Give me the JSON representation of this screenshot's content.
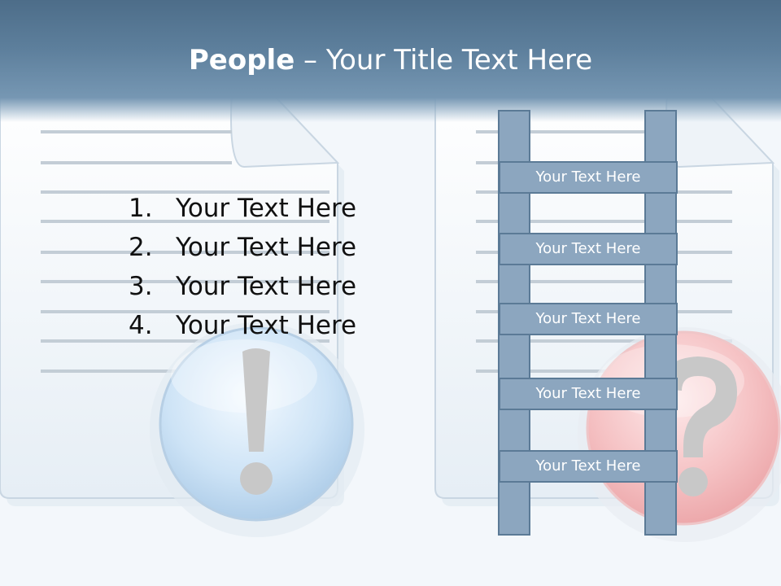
{
  "title": {
    "bold": "People",
    "rest": " – Your Title Text Here"
  },
  "list": [
    {
      "number": "1.",
      "text": "Your Text Here"
    },
    {
      "number": "2.",
      "text": "Your Text Here"
    },
    {
      "number": "3.",
      "text": "Your Text Here"
    },
    {
      "number": "4.",
      "text": "Your Text Here"
    }
  ],
  "ladder": [
    "Your Text Here",
    "Your Text Here",
    "Your Text Here",
    "Your Text Here",
    "Your Text Here"
  ],
  "icons": {
    "left": "exclamation-icon",
    "right": "question-icon",
    "documents": "document-icon"
  },
  "colors": {
    "header": "#5d7f9c",
    "ladder": "#8ca6bf",
    "ladder_border": "#5b7a96",
    "exclamation_badge": "#cfe4f7",
    "question_badge": "#f2b8bb"
  }
}
